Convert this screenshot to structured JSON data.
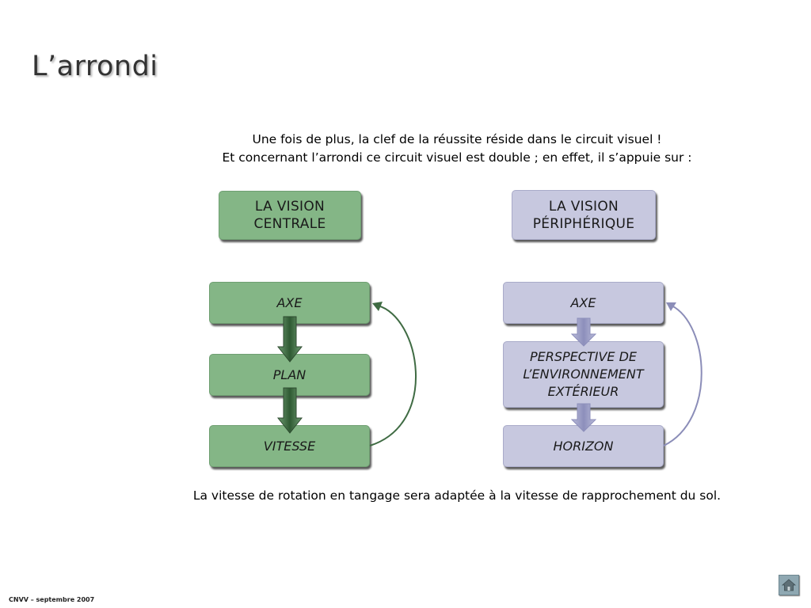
{
  "title": "L’arrondi",
  "intro": {
    "line1": "Une fois de plus, la clef de la réussite réside dans le circuit visuel !",
    "line2": "Et concernant l’arrondi ce circuit visuel est double ; en effet, il s’appuie sur :"
  },
  "central": {
    "heading_line1": "LA VISION",
    "heading_line2": "CENTRALE",
    "steps": [
      "AXE",
      "PLAN",
      "VITESSE"
    ],
    "color": "#84b686",
    "arrow_color": "#3f6b43"
  },
  "peripheral": {
    "heading_line1": "LA VISION",
    "heading_line2": "PÉRIPHÉRIQUE",
    "steps": [
      "AXE",
      "PERSPECTIVE DE",
      "L’ENVIRONNEMENT",
      "EXTÉRIEUR",
      "HORIZON"
    ],
    "color": "#c7c8df",
    "arrow_color": "#8b8db8"
  },
  "conclusion": "La vitesse de rotation en tangage sera adaptée à la vitesse de rapprochement du sol.",
  "footer": "CNVV – septembre 2007",
  "nav": {
    "home_icon": "home-icon"
  }
}
